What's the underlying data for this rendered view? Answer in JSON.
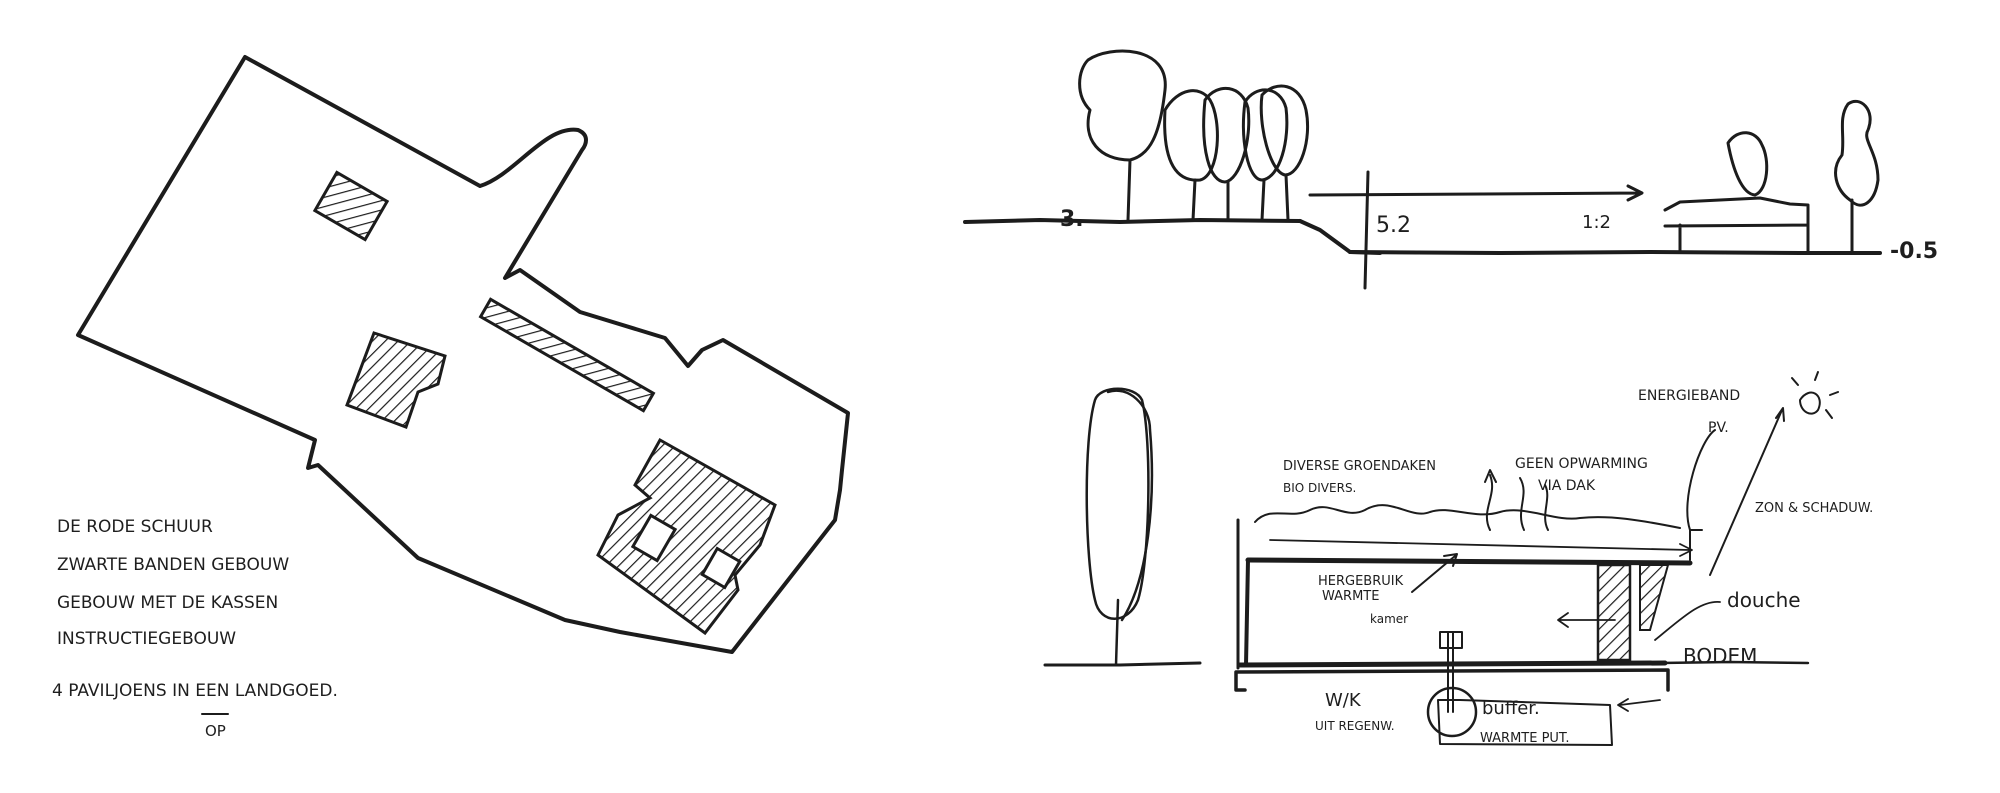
{
  "site_plan": {
    "legend": [
      "DE RODE SCHUUR",
      "ZWARTE BANDEN GEBOUW",
      "GEBOUW MET DE KASSEN",
      "INSTRUCTIEGEBOUW"
    ],
    "caption": "4 PAVILJOENS IN EEN LANDGOED.",
    "caption_alt": "OP"
  },
  "terrain_section": {
    "level_left": "3.",
    "level_pit": "5.2",
    "level_mid": "1:2",
    "level_right": "-0.5"
  },
  "building_section": {
    "energy": "ENERGIEBAND",
    "pv": "PV.",
    "green_roof_1": "DIVERSE GROENDAKEN",
    "green_roof_2": "BIO DIVERS.",
    "no_heat_1": "GEEN OPWARMING",
    "no_heat_2": "VIA DAK",
    "sun_shade": "ZON & SCHADUW.",
    "reuse_1": "HERGEBRUIK",
    "reuse_2": "WARMTE",
    "reuse_3": "kamer",
    "shower": "douche",
    "ground": "BODEM",
    "water_1": "W/K",
    "water_2": "UIT REGENW.",
    "buffer_1": "buffer.",
    "buffer_2": "WARMTE PUT."
  }
}
